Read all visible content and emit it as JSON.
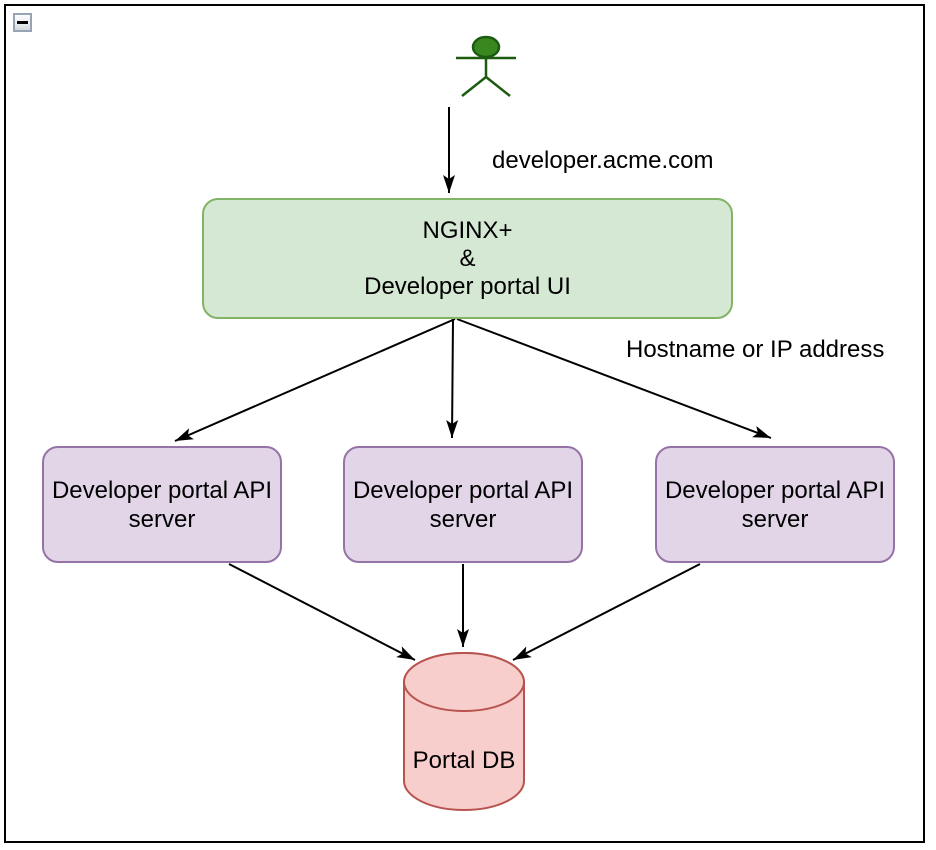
{
  "diagram": {
    "controls": {
      "collapse_button": {
        "icon": "minus-icon",
        "state": "expanded"
      }
    },
    "edge_labels": {
      "request_host": "developer.acme.com",
      "routing_note": "Hostname or IP address"
    },
    "nodes": {
      "actor": {
        "icon": "person-actor-icon",
        "fill": "#38871f",
        "stroke": "#1d5b10"
      },
      "nginx": {
        "lines": [
          "NGINX+",
          "&",
          "Developer portal UI"
        ],
        "fill": "#d5e8d4",
        "stroke": "#82b366"
      },
      "api_servers": [
        {
          "label": "Developer portal API server"
        },
        {
          "label": "Developer portal API server"
        },
        {
          "label": "Developer portal API server"
        }
      ],
      "database": {
        "label": "Portal DB",
        "fill": "#f8cecc",
        "stroke": "#b85450"
      }
    },
    "connector_color": "#000000"
  }
}
